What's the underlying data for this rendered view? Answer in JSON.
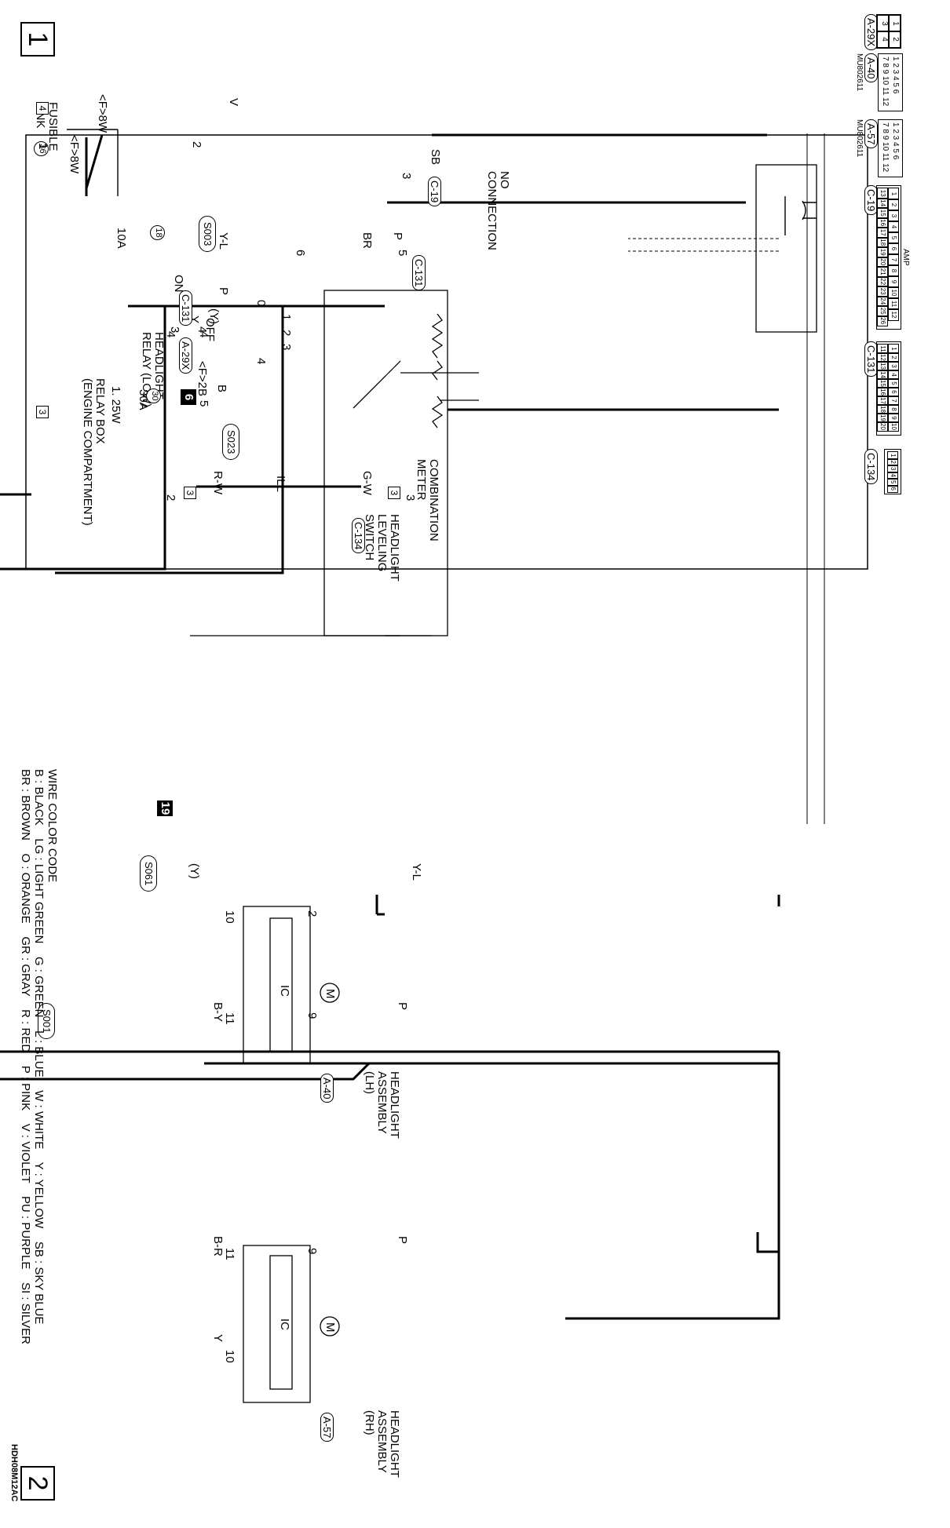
{
  "page_numbers": {
    "first": "1",
    "second": "2"
  },
  "fusible_link": {
    "title_line1": "FUSIBLE",
    "title_line2": "LINK",
    "number": "36",
    "wire_a": "<F>8W",
    "wire_b": "<F>8W"
  },
  "relay_box": {
    "line1": "RELAY BOX",
    "line2": "(ENGINE COMPARTMENT)"
  },
  "headlight_relay": {
    "line1": "HEADLIGHT",
    "line2": "RELAY (LOW)",
    "connector": "A-29X",
    "on": "ON",
    "off": "OFF",
    "pin1": "1",
    "pin2": "2",
    "pin3": "3",
    "pin4": "4"
  },
  "fuse_18": {
    "number": "18",
    "rating": "10A"
  },
  "fuse_30": {
    "number": "30",
    "rating": "30A"
  },
  "wires": {
    "v": "V",
    "sb": "SB",
    "yl_top": "Y-L",
    "p_relay": "P",
    "w125": "1. 25W",
    "br": "BR",
    "p_switch": "P",
    "y_paren": "(Y)",
    "y_switch": "Y",
    "b": "B",
    "f2b": "<F>2B",
    "gw": "G-W",
    "rw": "R-W",
    "yl_lh": "Y-L",
    "y_paren_lh": "(Y)",
    "p_lh": "P",
    "by": "B-Y",
    "p_rh": "P",
    "br_rh": "B-R",
    "y_rh": "Y"
  },
  "off_page_refs": {
    "v_ref": "4",
    "w_ref": "3",
    "gw_ref": "3",
    "rw_ref": "3"
  },
  "splices": {
    "s003": "S003",
    "s001": "S001",
    "s023": "S023",
    "s061": "S061"
  },
  "grounds": {
    "g6": "6",
    "g19": "19"
  },
  "c19": {
    "tag": "C-19",
    "pin": "3",
    "line1": "NO",
    "line2": "CONNECTION"
  },
  "c131": {
    "tag_a": "C-131",
    "tag_b": "C-131",
    "pin6": "6",
    "pin5": "5",
    "pin4": "4",
    "pin4b": "4",
    "pin5b": "5"
  },
  "switch_positions": {
    "p0": "0",
    "p1": "1",
    "p2": "2",
    "p3": "3",
    "p4": "4"
  },
  "combination_meter": {
    "line1": "COMBINATION",
    "line2": "METER"
  },
  "leveling_switch": {
    "line1": "HEADLIGHT",
    "line2": "LEVELING",
    "line3": "SWITCH",
    "connector": "C-134",
    "ill": "ILL",
    "pin3": "3",
    "pin2": "2"
  },
  "headlight_lh": {
    "line1": "HEADLIGHT",
    "line2": "ASSEMBLY",
    "line3": "(LH)",
    "connector": "A-40",
    "ic": "IC",
    "motor": "M",
    "pin2": "2",
    "pin9": "9",
    "pin10": "10",
    "pin11": "11"
  },
  "headlight_rh": {
    "line1": "HEADLIGHT",
    "line2": "ASSEMBLY",
    "line3": "(RH)",
    "connector": "A-57",
    "ic": "IC",
    "motor": "M",
    "pin9": "9",
    "pin10": "10",
    "pin11": "11"
  },
  "connector_views": {
    "a29x": {
      "tag": "A-29X",
      "cells": [
        "1",
        "2",
        "3",
        "4"
      ]
    },
    "a40": {
      "tag": "A-40",
      "part": "MU802611",
      "row1": "1 2 3 4 5 6",
      "row2": "7 8 9 10 11 12"
    },
    "a57": {
      "tag": "A-57",
      "part": "MU802611",
      "row1": "1 2 3 4 5 6",
      "row2": "7 8 9 10 11 12"
    },
    "c19": {
      "tag": "C-19",
      "amp": "AMP",
      "row1": [
        "1",
        "2",
        "3",
        "4",
        "5",
        "6",
        "7",
        "8",
        "9",
        "10",
        "11",
        "12"
      ],
      "row2": [
        "13",
        "14",
        "15",
        "16",
        "17",
        "18",
        "19",
        "20",
        "21",
        "22",
        "23",
        "24",
        "25",
        "26"
      ]
    },
    "c131": {
      "tag": "C-131",
      "row1": [
        "1",
        "2",
        "3",
        "4",
        "5",
        "6",
        "7",
        "8",
        "9",
        "10"
      ],
      "row2": [
        "11",
        "12",
        "13",
        "14",
        "15",
        "16",
        "17",
        "18",
        "19",
        "20"
      ]
    },
    "c134": {
      "tag": "C-134",
      "cells": [
        "1",
        "2",
        "3",
        "4",
        "5",
        "6"
      ]
    }
  },
  "wire_color_code": {
    "title": "WIRE COLOR CODE",
    "line1": "B : BLACK    LG : LIGHT GREEN    G : GREEN    L : BLUE    W : WHITE    Y : YELLOW    SB : SKY BLUE",
    "line2": "BR : BROWN    O : ORANGE    GR : GRAY    R : RED    P : PINK    V : VIOLET    PU : PURPLE    SI : SILVER"
  },
  "diagram_code": "HDH08M12AC"
}
